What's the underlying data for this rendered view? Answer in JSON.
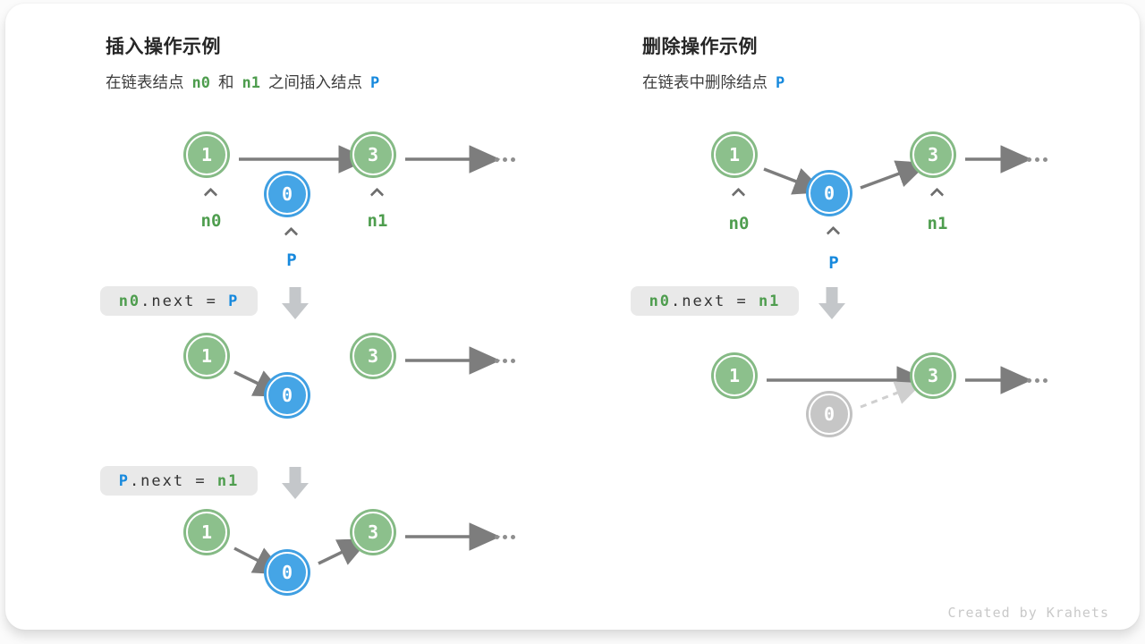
{
  "left_panel": {
    "title": "插入操作示例",
    "subtitle": {
      "part1": "在链表结点",
      "var1": "n0",
      "part2": "和",
      "var2": "n1",
      "part3": "之间插入结点",
      "var3": "P"
    },
    "code1": {
      "lhs": "n0",
      "mid": ".next = ",
      "rhs": "P"
    },
    "code2": {
      "lhs": "P",
      "mid": ".next = ",
      "rhs": "n1"
    },
    "labels": {
      "n0": "n0",
      "n1": "n1",
      "p": "P"
    }
  },
  "right_panel": {
    "title": "删除操作示例",
    "subtitle": {
      "part1": "在链表中删除结点",
      "var1": "P"
    },
    "code1": {
      "lhs": "n0",
      "mid": ".next = ",
      "rhs": "n1"
    },
    "labels": {
      "n0": "n0",
      "n1": "n1",
      "p": "P"
    }
  },
  "nodes": {
    "one": "1",
    "zero": "0",
    "three": "3"
  },
  "misc": {
    "ellipsis": "...",
    "credit": "Created by Krahets"
  },
  "colors": {
    "node_green": "#8cc08c",
    "node_blue": "#45a5e6",
    "node_gray": "#c6c6c6",
    "label_green": "#4e9d4e",
    "label_blue": "#1789dd",
    "arrow_gray": "#7d7d7d",
    "block_arrow": "#c4c7ca",
    "chip_bg": "#e9e9e9"
  }
}
